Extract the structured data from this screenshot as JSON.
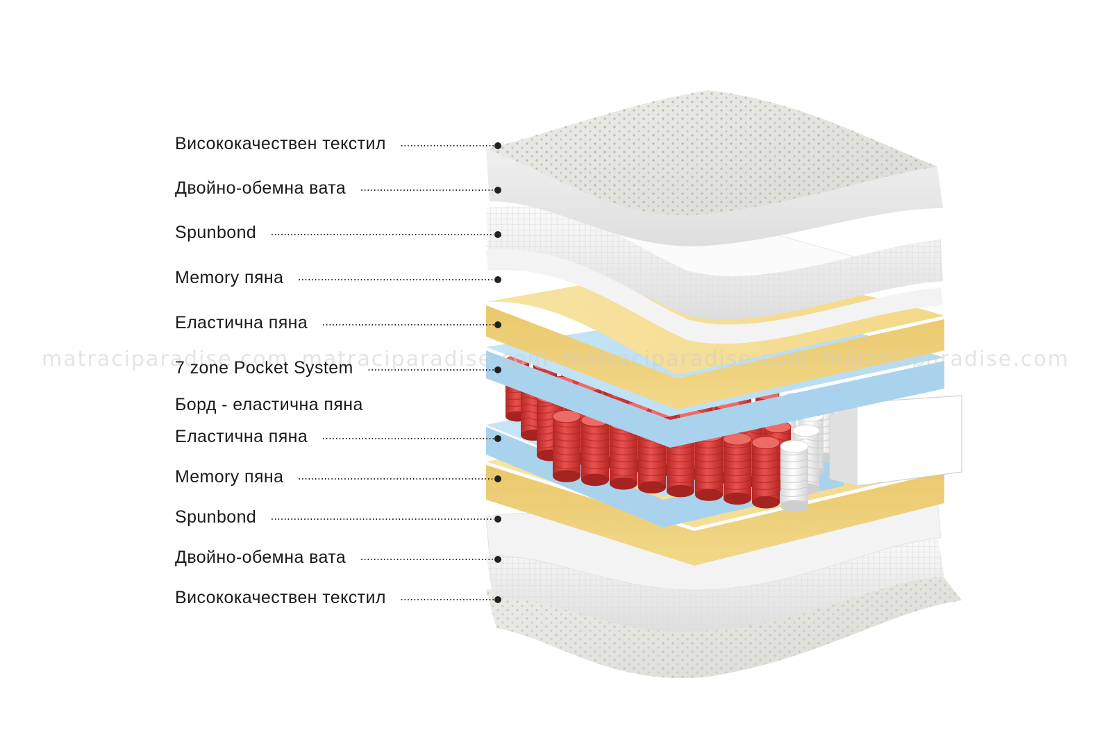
{
  "layers": [
    {
      "id": "top-textile",
      "label": "Висококачествен текстил",
      "type": "textile",
      "color": "#e7e8e3"
    },
    {
      "id": "top-wadding",
      "label": "Двойно-обемна вата",
      "type": "wadding",
      "color": "#f1f1f1"
    },
    {
      "id": "top-spunbond",
      "label": "Spunbond",
      "type": "spunbond",
      "color": "#fafafa"
    },
    {
      "id": "top-memory",
      "label": "Memory пяна",
      "type": "memory",
      "color": "#f5dc8f"
    },
    {
      "id": "top-elastic",
      "label": "Еластична пяна",
      "type": "elastic",
      "color": "#bfe0f3"
    },
    {
      "id": "pocket",
      "label": "7 zone Pocket System",
      "type": "springs",
      "color": "#d83a38"
    },
    {
      "id": "bord",
      "label": "Борд - еластична пяна",
      "type": "bord",
      "color": "#ffffff"
    },
    {
      "id": "bottom-elastic",
      "label": "Еластична пяна",
      "type": "elastic",
      "color": "#bfe0f3"
    },
    {
      "id": "bottom-memory",
      "label": "Memory пяна",
      "type": "memory",
      "color": "#f5dc8f"
    },
    {
      "id": "bottom-spunbond",
      "label": "Spunbond",
      "type": "spunbond",
      "color": "#fafafa"
    },
    {
      "id": "bottom-wadding",
      "label": "Двойно-обемна вата",
      "type": "wadding",
      "color": "#f1f1f1"
    },
    {
      "id": "bottom-textile",
      "label": "Висококачествен текстил",
      "type": "textile",
      "color": "#e7e8e3"
    }
  ],
  "watermark": [
    "matraciparadise.com",
    "matraciparadise.com",
    "matraciparadise.com",
    "matraciparadise.com"
  ],
  "colors": {
    "text": "#1a1a1a",
    "leader": "#222222",
    "spring_red": "#d83a38",
    "spring_white": "#f4f4f4"
  }
}
